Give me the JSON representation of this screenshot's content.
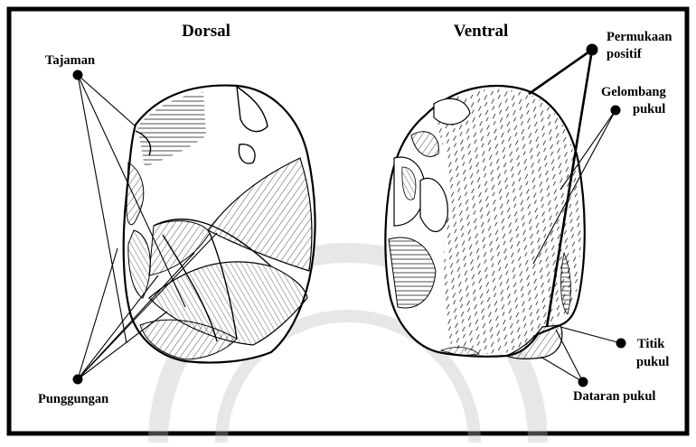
{
  "titles": {
    "left": "Dorsal",
    "right": "Ventral"
  },
  "labels": {
    "tajaman": "Tajaman",
    "punggungan": "Punggungan",
    "permukaan_line1": "Permukaan",
    "permukaan_line2": "positif",
    "gelombang_line1": "Gelombang",
    "gelombang_line2": "pukul",
    "titik_line1": "Titik",
    "titik_line2": "pukul",
    "dataran": "Dataran pukul"
  },
  "colors": {
    "ink": "#000000",
    "background": "#ffffff",
    "watermark": "#c8c8c8"
  }
}
